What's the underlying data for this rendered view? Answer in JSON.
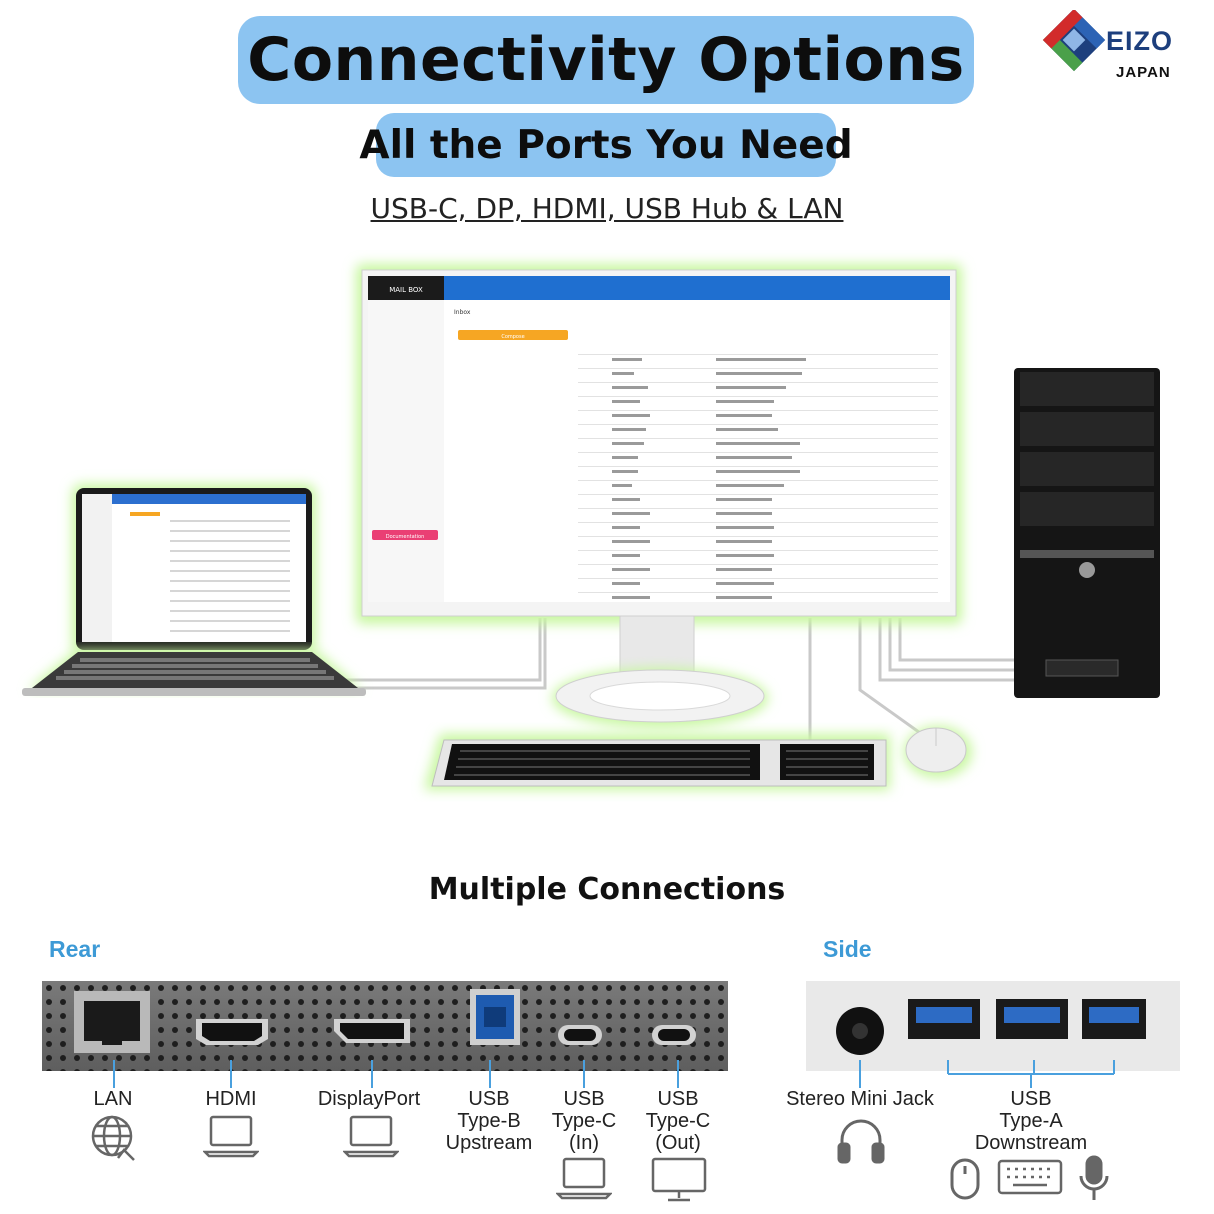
{
  "header": {
    "title": "Connectivity Options",
    "subtitle": "All the Ports You Need",
    "ports_summary": "USB-C, DP, HDMI, USB Hub & LAN"
  },
  "brand": {
    "name": "EIZO",
    "country": "JAPAN"
  },
  "colors": {
    "pill": "#8cc4f1",
    "accent_blue": "#3d9ad6",
    "glow": "#c8f7a0",
    "brand_blue": "#1d3f7d"
  },
  "scene": {
    "devices": [
      "laptop",
      "monitor",
      "desktop-tower",
      "keyboard",
      "mouse"
    ],
    "screen": {
      "app_title": "MAIL BOX",
      "page_title": "Inbox",
      "compose_label": "Compose",
      "documentation_label": "Documentation"
    }
  },
  "section": {
    "heading": "Multiple Connections"
  },
  "rear": {
    "label": "Rear",
    "ports": [
      {
        "line1": "LAN",
        "line2": "",
        "line3": "",
        "icons": [
          "globe-icon"
        ]
      },
      {
        "line1": "HDMI",
        "line2": "",
        "line3": "",
        "icons": [
          "laptop-icon"
        ]
      },
      {
        "line1": "DisplayPort",
        "line2": "",
        "line3": "",
        "icons": [
          "laptop-icon"
        ]
      },
      {
        "line1": "USB",
        "line2": "Type-B",
        "line3": "Upstream",
        "icons": []
      },
      {
        "line1": "USB",
        "line2": "Type-C",
        "line3": "(In)",
        "icons": [
          "laptop-icon"
        ]
      },
      {
        "line1": "USB",
        "line2": "Type-C",
        "line3": "(Out)",
        "icons": [
          "monitor-icon"
        ]
      }
    ]
  },
  "side": {
    "label": "Side",
    "ports": [
      {
        "line1": "Stereo Mini Jack",
        "line2": "",
        "line3": "",
        "icons": [
          "headphones-icon"
        ]
      },
      {
        "line1": "USB",
        "line2": "Type-A",
        "line3": "Downstream",
        "icons": [
          "mouse-icon",
          "keyboard-icon",
          "microphone-icon"
        ]
      }
    ]
  }
}
